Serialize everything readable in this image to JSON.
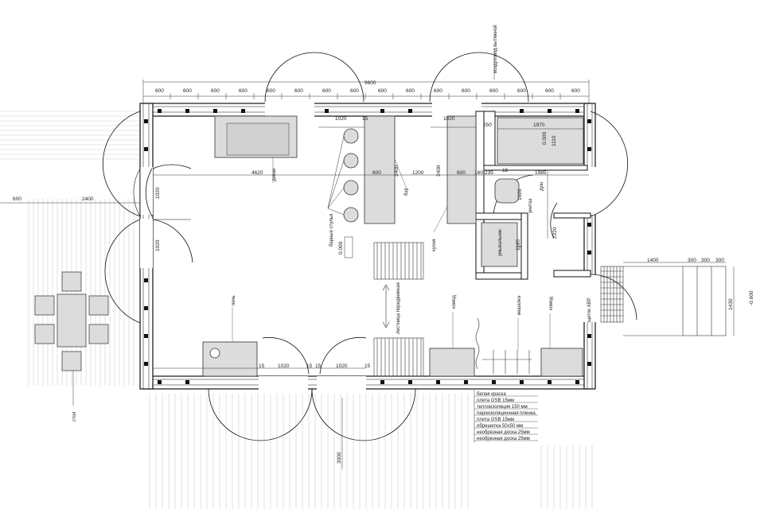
{
  "dimensions": {
    "overall_width": "9600",
    "top_modules": [
      "600",
      "600",
      "600",
      "600",
      "600",
      "600",
      "600",
      "600",
      "600",
      "600",
      "600",
      "600",
      "600",
      "600",
      "600",
      "600"
    ],
    "bath_width": "1970",
    "bath_depth": "1110",
    "bath_offset": "250",
    "hall_span": "4620",
    "door_1020_a": "1020",
    "door_1020_b": "1020",
    "door_1020_c": "1020",
    "door_1020_d": "1020",
    "door_1020_e": "1020",
    "door_1020_f": "1020",
    "door_1020_g": "1020",
    "gap_15_a": "15",
    "gap_15_b": "15",
    "gap_15_c": "15",
    "gap_15_d": "15",
    "gap_15_e": "15",
    "gap_15_f": "15",
    "bar_600": "600",
    "bar_2400": "2400",
    "bar_1200": "1200",
    "kitchen_2400": "2400",
    "kitchen_600": "600",
    "dim_160": "160",
    "dim_235": "235",
    "dim_1985": "1985",
    "dim_2220": "2220",
    "dim_1185": "1185",
    "wc_1020": "1020",
    "terrace_600": "600",
    "terrace_2400": "2400",
    "porch_1400": "1400",
    "porch_300_a": "300",
    "porch_300_b": "300",
    "porch_300_c": "300",
    "porch_1430": "1430",
    "level_ext": "-0.600",
    "level_floor": "0.000",
    "level_bath": "0.000",
    "steps_3000": "3000"
  },
  "labels": {
    "sofa": "диван",
    "bar_stools": "барные стулья",
    "bar": "бар",
    "kitchen": "кухня",
    "shower": "душ",
    "toilet": "унитаз",
    "sink": "умывальник",
    "stair": "лестница передвижная",
    "stove": "печь",
    "dresser_1": "комод",
    "hanger": "вешалка",
    "dresser_2": "комод",
    "panel": "щиток АВР",
    "table": "стол",
    "ventilation": "воздуховод вытяжной"
  },
  "wall_legend": [
    "белая краска",
    "плита OSB 15мм",
    "теплоизоляция 150 мм",
    "пароизоляционная пленка",
    "плита OSB 15мм",
    "обрешетка 50х50 мм",
    "необрезная доска 25мм",
    "необрезная доска 25мм"
  ],
  "colors": {
    "line": "#111111",
    "furniture": "#dcdcdc",
    "deck": "#cccccc",
    "wall_fill": "#ffffff"
  }
}
